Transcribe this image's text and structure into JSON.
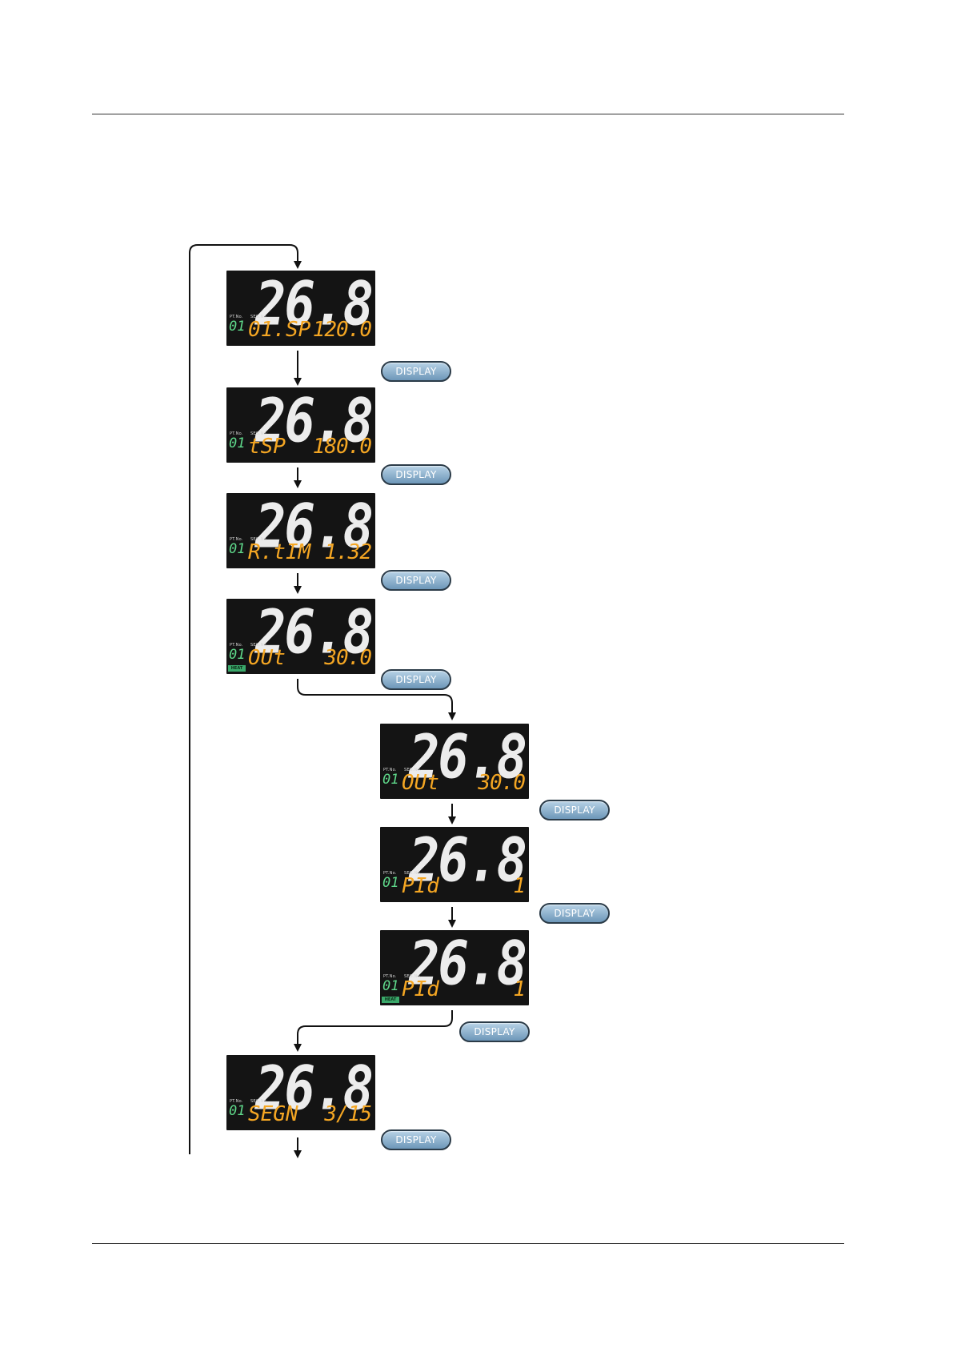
{
  "button_label": "DISPLAY",
  "indicator_labels": {
    "pattern_no": "PT.No.",
    "segment_no": "SEG.No."
  },
  "colors": {
    "lcd_bg": "#141414",
    "pv": "#ececec",
    "pattern": "#5fd88a",
    "param": "#f4a623"
  },
  "screens": [
    {
      "pv": "26.8",
      "pattern": "01",
      "param": "01.SP",
      "value": "120.0"
    },
    {
      "pv": "26.8",
      "pattern": "01",
      "param": "tSP",
      "value": "180.0"
    },
    {
      "pv": "26.8",
      "pattern": "01",
      "param": "R.tIM",
      "value": "1.32"
    },
    {
      "pv": "26.8",
      "pattern": "01",
      "param": "OUt",
      "value": "30.0",
      "tag": "HEAT"
    },
    {
      "pv": "26.8",
      "pattern": "01",
      "param": "OUt",
      "value": "30.0"
    },
    {
      "pv": "26.8",
      "pattern": "01",
      "param": "PId",
      "value": "1"
    },
    {
      "pv": "26.8",
      "pattern": "01",
      "param": "PId",
      "value": "1",
      "tag": "HEAT"
    },
    {
      "pv": "26.8",
      "pattern": "01",
      "param": "SEGN",
      "value": "3/15"
    }
  ]
}
